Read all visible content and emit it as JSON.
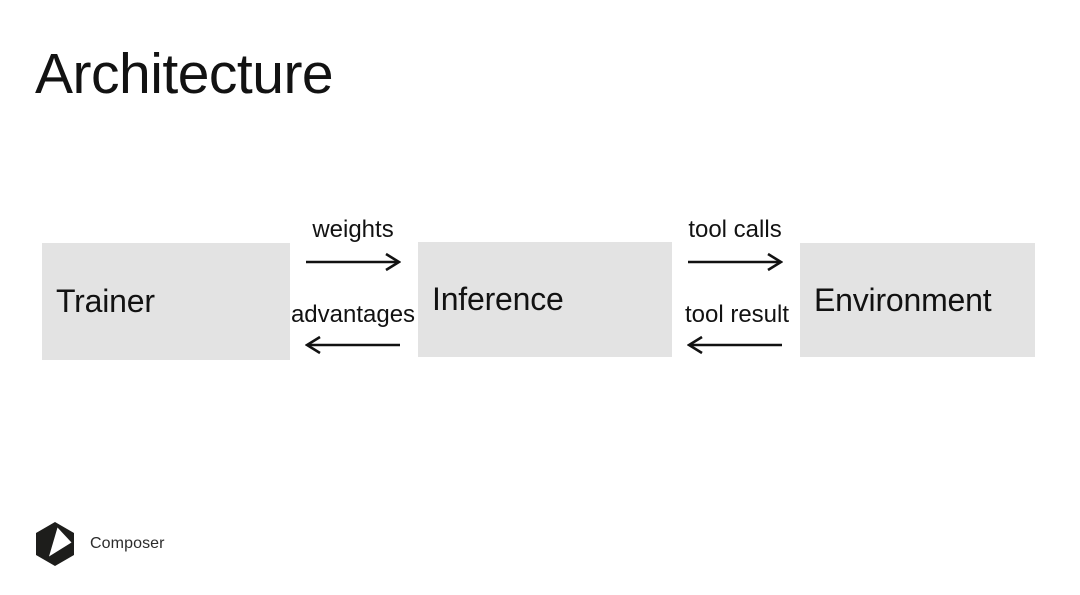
{
  "slide": {
    "title": "Architecture"
  },
  "diagram": {
    "nodes": [
      {
        "id": "trainer",
        "label": "Trainer"
      },
      {
        "id": "inference",
        "label": "Inference"
      },
      {
        "id": "environment",
        "label": "Environment"
      }
    ],
    "arrows": [
      {
        "id": "weights",
        "label": "weights",
        "direction": "right",
        "from": "Trainer",
        "to": "Inference"
      },
      {
        "id": "advantages",
        "label": "advantages",
        "direction": "left",
        "from": "Inference",
        "to": "Trainer"
      },
      {
        "id": "tool-calls",
        "label": "tool calls",
        "direction": "right",
        "from": "Inference",
        "to": "Environment"
      },
      {
        "id": "tool-result",
        "label": "tool result",
        "direction": "left",
        "from": "Environment",
        "to": "Inference"
      }
    ]
  },
  "footer": {
    "brand": "Composer",
    "logo_icon": "composer-cube-logo"
  },
  "colors": {
    "background": "#ffffff",
    "node_bg": "#e3e3e3",
    "text": "#121212",
    "arrow": "#121212",
    "logo": "#1d1d1b",
    "footer_text": "#2b2b2b"
  }
}
